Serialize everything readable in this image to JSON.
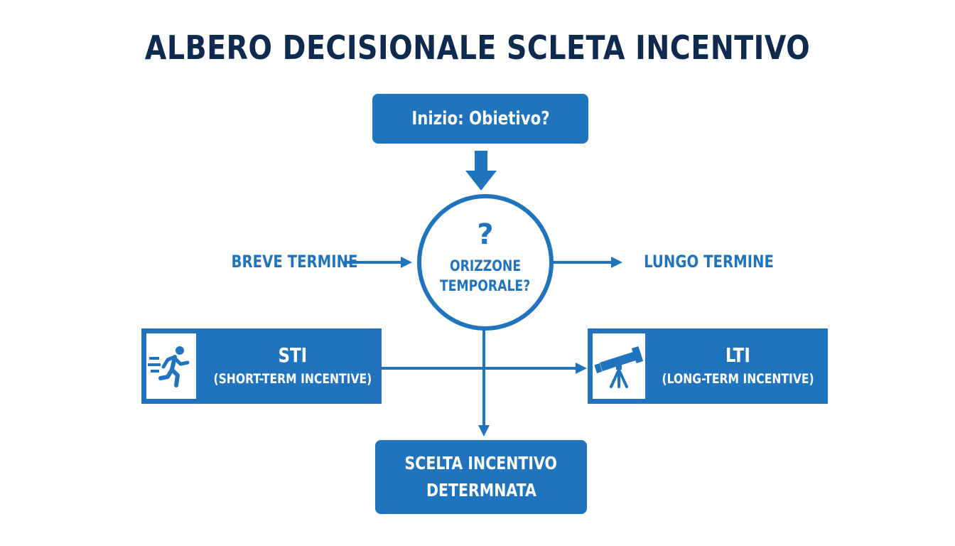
{
  "title": "ALBERO DECISIONALE SCLETA INCENTIVO",
  "start_node": {
    "label": "Inizio: Obietivo?"
  },
  "decision_node": {
    "symbol": "?",
    "line1": "ORIZZONE",
    "line2": "TEMPORALE?"
  },
  "branches": {
    "left_label": "BREVE TERMINE",
    "right_label": "LUNGO TERMINE"
  },
  "short_term": {
    "code": "STI",
    "full": "(SHORT-TERM INCENTIVE)",
    "icon": "running-person-icon"
  },
  "long_term": {
    "code": "LTI",
    "full": "(LONG-TERM INCENTIVE)",
    "icon": "telescope-icon"
  },
  "end_node": {
    "line1": "SCELTA INCENTIVO",
    "line2": "DETERMNATA"
  },
  "colors": {
    "primary": "#1f74bd",
    "title": "#0f2a4f",
    "background": "#ffffff"
  }
}
